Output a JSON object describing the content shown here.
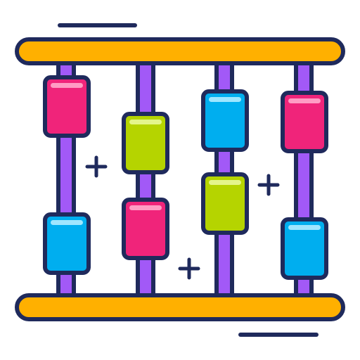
{
  "colors": {
    "outline": "#1f2a5c",
    "frame": "#ffb000",
    "rod": "#a259f7",
    "bead_pink": "#f0247a",
    "bead_pink_highlight": "#ff9cc4",
    "bead_blue": "#00aeef",
    "bead_blue_highlight": "#9fe6ff",
    "bead_green": "#b5d400",
    "bead_green_highlight": "#e4f58a"
  },
  "icon": {
    "semantic_name": "abacus-icon",
    "beads": [
      {
        "rod": 1,
        "color": "pink"
      },
      {
        "rod": 1,
        "color": "blue"
      },
      {
        "rod": 2,
        "color": "green"
      },
      {
        "rod": 2,
        "color": "pink"
      },
      {
        "rod": 3,
        "color": "blue"
      },
      {
        "rod": 3,
        "color": "green"
      },
      {
        "rod": 4,
        "color": "pink"
      },
      {
        "rod": 4,
        "color": "blue"
      }
    ],
    "decorations": [
      "plus-icon",
      "plus-icon",
      "plus-icon"
    ]
  }
}
